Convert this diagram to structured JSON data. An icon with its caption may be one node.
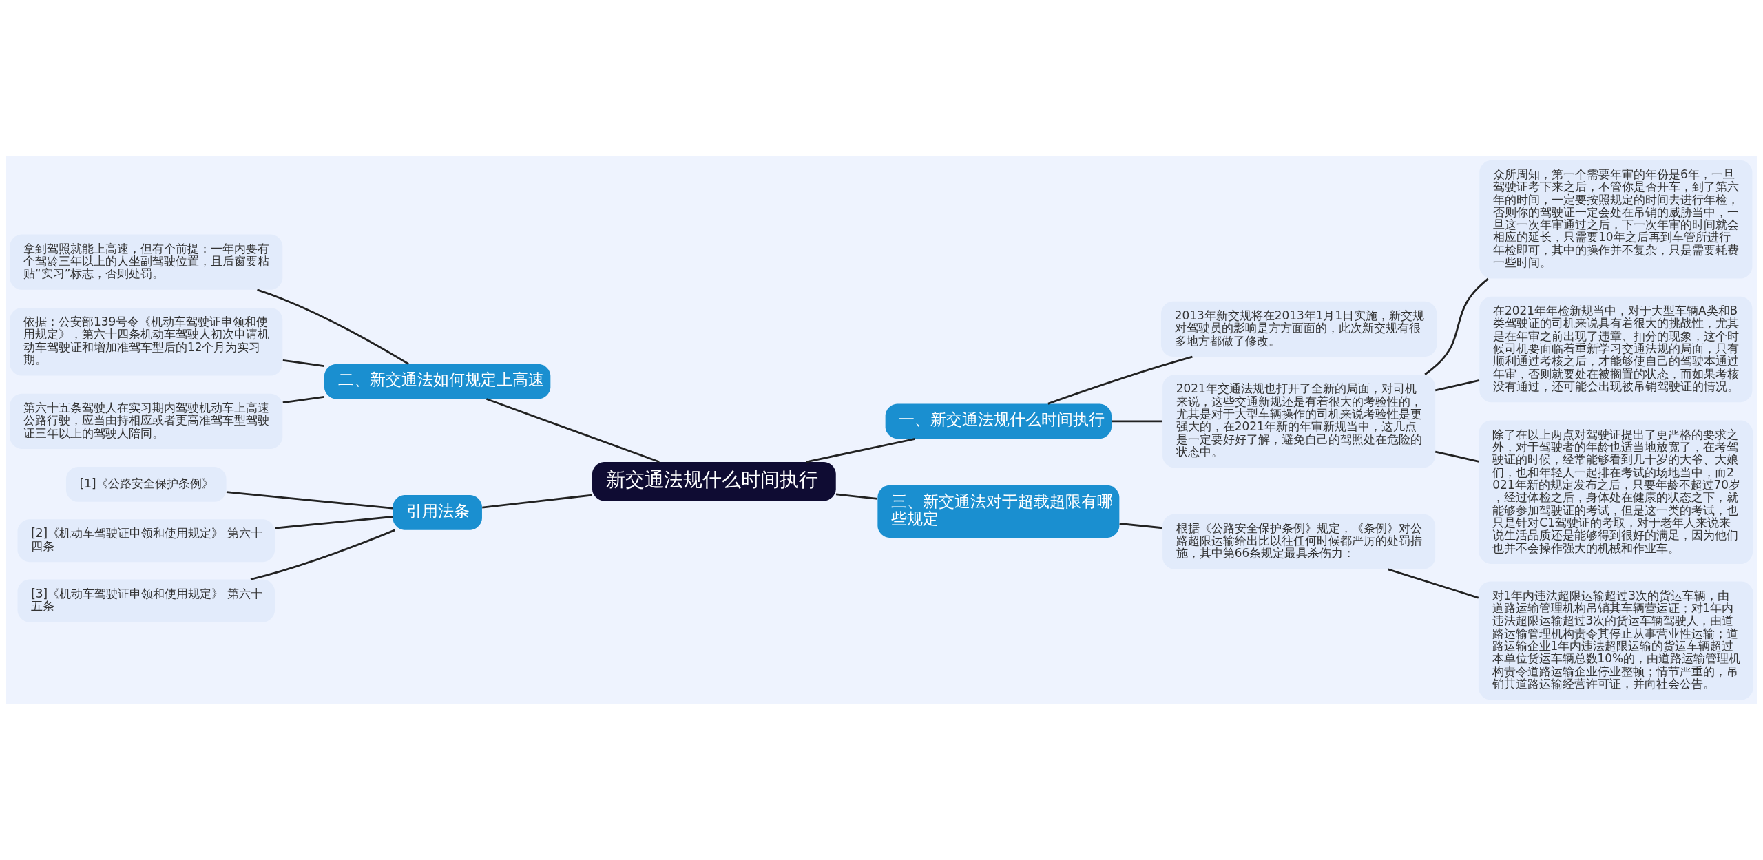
{
  "diagram": {
    "nodes": [
      {
        "text": [
          "新交通法规什么时间执行"
        ]
      },
      {
        "text": [
          "一、新交通法规什么时间执行"
        ]
      },
      {
        "text": [
          "2013年新交规将在2013年1月1日实施，新交规对驾驶员的影响是方方面面的，此次新交规有很多地方都做了修改。"
        ]
      },
      {
        "text": [
          "2021年交通法规也打开了全新的局面，对司机来说，这些交通新规还是有着很大的考验性的，尤其是对于大型车辆操作的司机来说考验性是更强大的，在2021年新的年审新规当中，这几点是一定要好好了解，避免自己的驾照处在危险的状态中。"
        ]
      },
      {
        "text": [
          "众所周知，第一个需要年审的年份是6年，一旦驾驶证考下来之后，不管你是否开车，到了第六年的时间，一定要按照规定的时间去进行年检，否则你的驾驶证一定会处在吊销的威胁当中，一旦这一次年审通过之后，下一次年审的时间就会相应的延长，只需要10年之后再到车管所进行年检即可，其中的操作并不复杂，只是需要耗费一些时间。"
        ]
      },
      {
        "text": [
          "在2021年年检新规当中，对于大型车辆A类和B类驾驶证的司机来说具有着很大的挑战性，尤其是在年审之前出现了违章、扣分的现象，这个时候司机要面临着重新学习交通法规的局面，只有顺利通过考核之后，才能够使自己的驾驶本通过年审，否则就要处在被搁置的状态，而如果考核没有通过，还可能会出现被吊销驾驶证的情况。"
        ]
      },
      {
        "text": [
          "除了在以上两点对驾驶证提出了更严格的要求之外，对于驾驶者的年龄也适当地放宽了，在考驾驶证的时候，经常能够看到几十岁的大爷、大娘们，也和年轻人一起排在考试的场地当中，而2021年新的规定发布之后，只要年龄不超过70岁，经过体检之后，身体处在健康的状态之下，就能够参加驾驶证的考试，但是这一类的考试，也只是针对C1驾驶证的考取，对于老年人来说来说生活品质还是能够得到很好的满足，因为他们也并不会操作强大的机械和作业车。"
        ]
      },
      {
        "text": [
          "二、新交通法如何规定上高速"
        ]
      },
      {
        "text": [
          "拿到驾照就能上高速，但有个前提：一年内要有个驾龄三年以上的人坐副驾驶位置，且后窗要粘贴“实习”标志，否则处罚。"
        ]
      },
      {
        "text": [
          "依据：公安部139号令《机动车驾驶证申领和使用规定》，第六十四条机动车驾驶人初次申请机动车驾驶证和增加准驾车型后的12个月为实习期。"
        ]
      },
      {
        "text": [
          "第六十五条驾驶人在实习期内驾驶机动车上高速公路行驶，应当由持相应或者更高准驾车型驾驶证三年以上的驾驶人陪同。"
        ]
      },
      {
        "text": [
          "引用法条"
        ]
      },
      {
        "text": [
          "[1]《公路安全保护条例》"
        ]
      },
      {
        "text": [
          "[2]《机动车驾驶证申领和使用规定》 第六十四条"
        ]
      },
      {
        "text": [
          "[3]《机动车驾驶证申领和使用规定》 第六十五条"
        ]
      },
      {
        "text": [
          "三、新交通法对于超载超限有哪些规定"
        ]
      },
      {
        "text": [
          "根据《公路安全保护条例》规定，《条例》对公路超限运输给出比以往任何时候都严厉的处罚措施，其中第66条规定最具杀伤力："
        ]
      },
      {
        "text": [
          "对1年内违法超限运输超过3次的货运车辆，由道路运输管理机构吊销其车辆营运证；对1年内违法超限运输超过3次的货运车辆驾驶人，由道路运输管理机构责令其停止从事营业性运输；道路运输企业1年内违法超限运输的货运车辆超过本单位货运车辆总数10%的，由道路运输管理机构责令道路运输企业停业整顿；情节严重的，吊销其道路运输经营许可证，并向社会公告。"
        ]
      }
    ],
    "edges": [
      {
        "from": 0,
        "to": 1,
        "arrow": "none"
      },
      {
        "from": 1,
        "to": 2,
        "arrow": "none"
      },
      {
        "from": 1,
        "to": 3,
        "arrow": "none"
      },
      {
        "from": 3,
        "to": 4,
        "arrow": "none"
      },
      {
        "from": 3,
        "to": 5,
        "arrow": "none"
      },
      {
        "from": 3,
        "to": 6,
        "arrow": "none"
      },
      {
        "from": 7,
        "to": 0,
        "arrow": "none"
      },
      {
        "from": 8,
        "to": 7,
        "arrow": "none"
      },
      {
        "from": 9,
        "to": 7,
        "arrow": "none"
      },
      {
        "from": 10,
        "to": 7,
        "arrow": "none"
      },
      {
        "from": 11,
        "to": 0,
        "arrow": "none"
      },
      {
        "from": 12,
        "to": 11,
        "arrow": "none"
      },
      {
        "from": 13,
        "to": 11,
        "arrow": "none"
      },
      {
        "from": 14,
        "to": 11,
        "arrow": "none"
      },
      {
        "from": 0,
        "to": 15,
        "arrow": "none"
      },
      {
        "from": 15,
        "to": 16,
        "arrow": "none"
      },
      {
        "from": 16,
        "to": 17,
        "arrow": "none"
      }
    ]
  }
}
